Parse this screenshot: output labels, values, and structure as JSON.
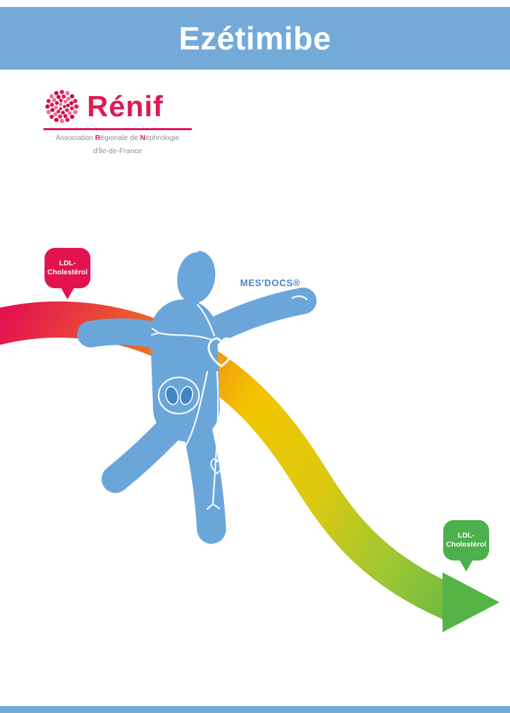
{
  "header": {
    "title": "Ezétimibe",
    "bg_color": "#74aad8",
    "text_color": "#ffffff"
  },
  "logo": {
    "name": "Rénif",
    "brand_color": "#e0194f",
    "text_color": "#8b8b8b",
    "subtitle1": [
      {
        "t": "Association "
      },
      {
        "t": "R"
      },
      {
        "t": "égionale de "
      },
      {
        "t": "N"
      },
      {
        "t": "éphrologie"
      }
    ],
    "subtitle2": "d'Île-de-France"
  },
  "illustration": {
    "meslabel": "MES'DOCS®",
    "meslabel_color": "#4a86c8",
    "figure_color": "#6ba6db",
    "organ_color": "#4285c6",
    "ribbon": {
      "start_color": "#e31350",
      "mid_color": "#f2c500",
      "end_color": "#56b447"
    },
    "pins": {
      "left": {
        "line1": "LDL-",
        "line2": "Cholestérol",
        "color": "#e31350"
      },
      "right": {
        "line1": "LDL-",
        "line2": "Cholestérol",
        "color": "#4cb04c"
      }
    }
  },
  "footer": {
    "bg_color": "#74aad8"
  }
}
